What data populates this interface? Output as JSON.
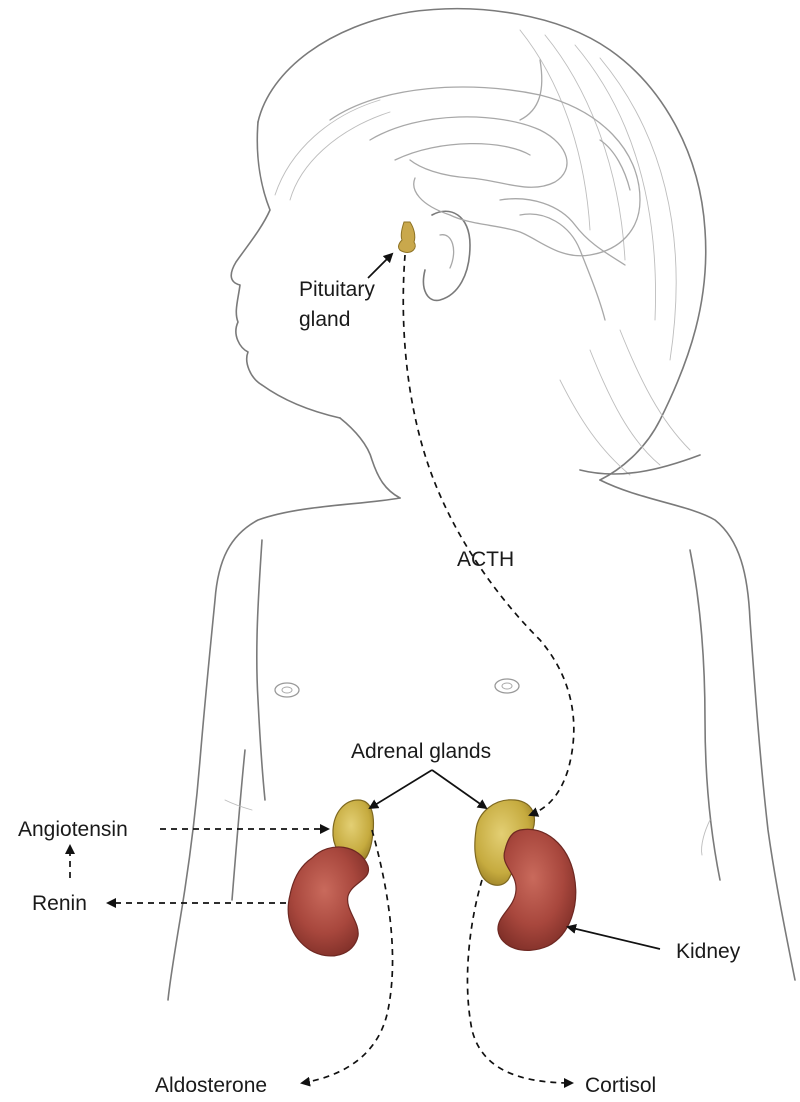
{
  "labels": {
    "pituitary_line1": "Pituitary",
    "pituitary_line2": "gland",
    "acth": "ACTH",
    "adrenal_glands": "Adrenal glands",
    "angiotensin": "Angiotensin",
    "renin": "Renin",
    "kidney": "Kidney",
    "aldosterone": "Aldosterone",
    "cortisol": "Cortisol"
  },
  "colors": {
    "outline": "#7a7a7a",
    "pituitary": "#c9a84c",
    "adrenal": "#c6ab3f",
    "kidney": "#a8473d",
    "arrow": "#111111"
  }
}
